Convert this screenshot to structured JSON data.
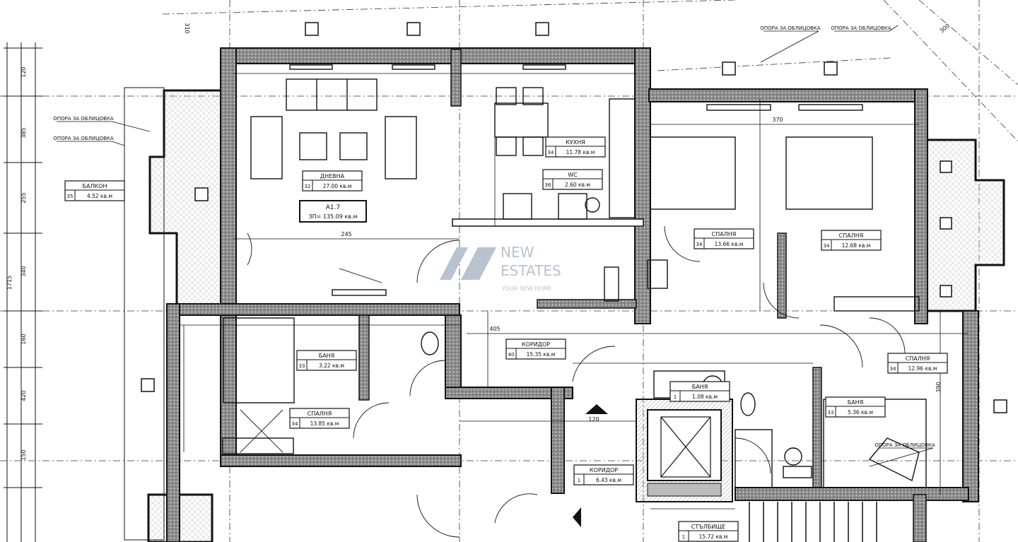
{
  "watermark": {
    "line1": "NEW",
    "line2": "ESTATES",
    "tagline": "YOUR NEW HOME"
  },
  "colors": {
    "line": "#111111",
    "wall_fill": "#9a9a9a",
    "hatch": "#cfcfcf",
    "watermark": "#b9c3cf"
  },
  "apartment": {
    "code": "А1.7",
    "area": "ЗП= 135.09 кв.м"
  },
  "rooms": [
    {
      "name": "ДНЕВНА",
      "num": "32",
      "area": "27.00 кв.м"
    },
    {
      "name": "КУХНЯ",
      "num": "34",
      "area": "11.78 кв.м"
    },
    {
      "name": "БАЛКОН",
      "num": "35",
      "area": "4.52 кв.м"
    },
    {
      "name": "WC",
      "num": "36",
      "area": "2.60 кв.м"
    },
    {
      "name": "СПАЛНЯ",
      "num": "34",
      "area": "13.66 кв.м"
    },
    {
      "name": "СПАЛНЯ",
      "num": "34",
      "area": "12.68 кв.м"
    },
    {
      "name": "БАНЯ",
      "num": "33",
      "area": "3.22 кв.м"
    },
    {
      "name": "КОРИДОР",
      "num": "40",
      "area": "15.35 кв.м"
    },
    {
      "name": "СПАЛНЯ",
      "num": "34",
      "area": "13.85 кв.м"
    },
    {
      "name": "СПАЛНЯ",
      "num": "34",
      "area": "12.96 кв.м"
    },
    {
      "name": "БАНЯ",
      "num": "1",
      "area": "1.08 кв.м"
    },
    {
      "name": "БАНЯ",
      "num": "33",
      "area": "5.36 кв.м"
    },
    {
      "name": "КОРИДОР",
      "num": "1",
      "area": "6.43 кв.м"
    },
    {
      "name": "СТЪЛБИЩЕ",
      "num": "1",
      "area": "15.72 кв.м"
    }
  ],
  "annotations": [
    "ОПОРА ЗА ОБЛИЦОВКА",
    "ОПОРА ЗА ОБЛИЦОВКА",
    "ОПОРА ЗА ОБЛИЦОВКА",
    "ОПОРА ЗА ОБЛИЦОВКА",
    "ОПОРА ЗА ОБЛИЦОВКА"
  ],
  "dimensions": [
    "310",
    "300",
    "1715",
    "120",
    "385",
    "255",
    "340",
    "160",
    "420",
    "150",
    "245",
    "405",
    "370",
    "390",
    "120"
  ]
}
